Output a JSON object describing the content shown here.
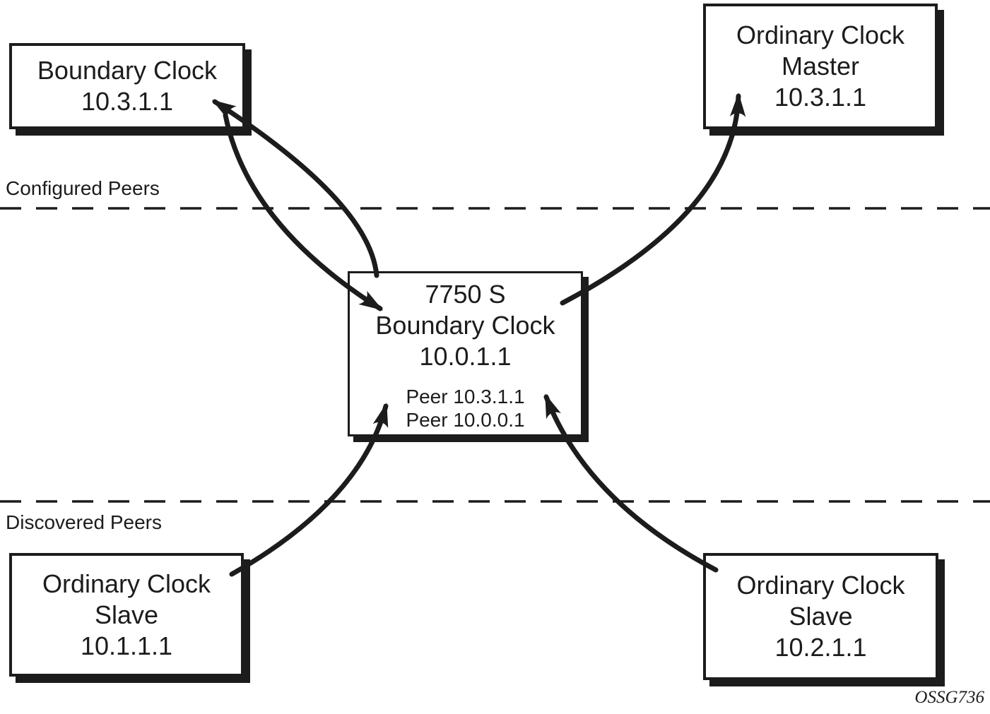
{
  "figure_id": "OSSG736",
  "colors": {
    "ink": "#1c1c1c",
    "background": "#ffffff"
  },
  "sections": {
    "configured": {
      "label": "Configured Peers"
    },
    "discovered": {
      "label": "Discovered Peers"
    }
  },
  "nodes": {
    "boundary_clock_remote": {
      "lines": [
        "Boundary Clock",
        "10.3.1.1"
      ]
    },
    "ordinary_clock_master": {
      "lines": [
        "Ordinary Clock",
        "Master",
        "10.3.1.1"
      ]
    },
    "central_boundary_clock": {
      "lines": [
        "7750 S",
        "Boundary Clock",
        "10.0.1.1"
      ],
      "peers": [
        "Peer 10.3.1.1",
        "Peer 10.0.0.1"
      ]
    },
    "ordinary_clock_slave_1": {
      "lines": [
        "Ordinary Clock",
        "Slave",
        "10.1.1.1"
      ]
    },
    "ordinary_clock_slave_2": {
      "lines": [
        "Ordinary Clock",
        "Slave",
        "10.2.1.1"
      ]
    }
  },
  "arrows": [
    {
      "name": "central-to-boundary-clock",
      "from": "central_boundary_clock",
      "to": "boundary_clock_remote"
    },
    {
      "name": "boundary-clock-to-central",
      "from": "boundary_clock_remote",
      "to": "central_boundary_clock"
    },
    {
      "name": "central-to-ordinary-master",
      "from": "central_boundary_clock",
      "to": "ordinary_clock_master"
    },
    {
      "name": "slave1-to-central",
      "from": "ordinary_clock_slave_1",
      "to": "central_boundary_clock"
    },
    {
      "name": "slave2-to-central",
      "from": "ordinary_clock_slave_2",
      "to": "central_boundary_clock"
    }
  ]
}
